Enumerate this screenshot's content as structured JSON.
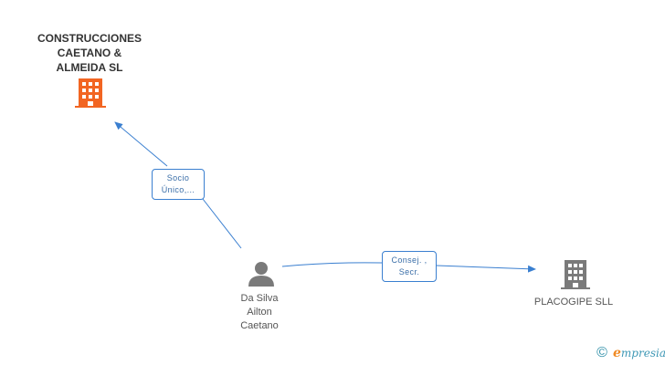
{
  "nodes": {
    "company_main": {
      "name": "CONSTRUCCIONES\nCAETANO &\nALMEIDA SL",
      "icon": "building-icon",
      "color": "#f26522"
    },
    "person": {
      "name": "Da Silva\nAilton\nCaetano",
      "icon": "person-icon",
      "color": "#7a7a7a"
    },
    "company_second": {
      "name": "PLACOGIPE SLL",
      "icon": "building-icon",
      "color": "#7a7a7a"
    }
  },
  "edges": [
    {
      "label": "Socio\nÚnico,...",
      "from": "person",
      "to": "company_main"
    },
    {
      "label": "Consej. ,\nSecr.",
      "from": "person",
      "to": "company_second"
    }
  ],
  "colors": {
    "edge": "#3a7fd0",
    "accent": "#f26522"
  },
  "footer": {
    "copyright_symbol": "©",
    "brand_first": "e",
    "brand_rest": "mpresia"
  }
}
